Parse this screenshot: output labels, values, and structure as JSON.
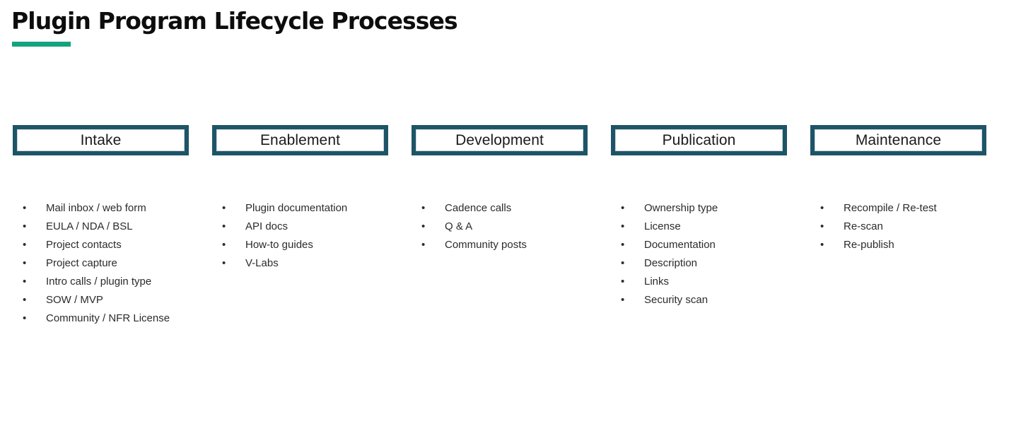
{
  "slide": {
    "title": "Plugin Program Lifecycle Processes",
    "accent_color": "#14a37f",
    "box_border_color": "#1e5468",
    "background_color": "#ffffff",
    "text_color": "#2b2b2b"
  },
  "stages": [
    {
      "header": "Intake",
      "items": [
        "Mail inbox / web form",
        "EULA / NDA / BSL",
        "Project contacts",
        "Project capture",
        "Intro calls / plugin type",
        "SOW / MVP",
        "Community / NFR License"
      ]
    },
    {
      "header": "Enablement",
      "items": [
        "Plugin documentation",
        "API docs",
        "How-to guides",
        "V-Labs"
      ]
    },
    {
      "header": "Development",
      "items": [
        "Cadence calls",
        "Q & A",
        "Community posts"
      ]
    },
    {
      "header": "Publication",
      "items": [
        "Ownership type",
        "License",
        "Documentation",
        "Description",
        "Links",
        "Security scan"
      ]
    },
    {
      "header": "Maintenance",
      "items": [
        "Recompile / Re-test",
        "Re-scan",
        "Re-publish"
      ]
    }
  ],
  "bullet_glyph": "•"
}
